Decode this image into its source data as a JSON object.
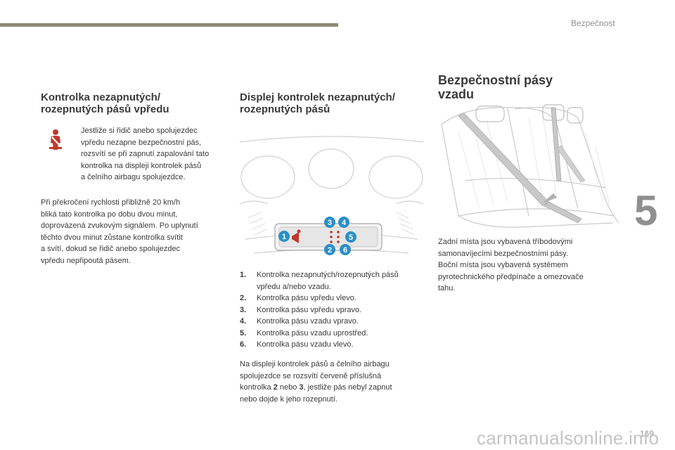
{
  "header": {
    "section": "Bezpečnost",
    "chapter": "5",
    "page_number": "169"
  },
  "col1": {
    "title_lines": [
      "Kontrolka nezapnutých/",
      "rozepnutých pásů vpředu"
    ],
    "icon": "seatbelt-warning-icon",
    "icon_color": "#c0392b",
    "intro_lines": [
      "Jestliže si řidič anebo spolujezdec",
      "vpředu nezapne bezpečnostní pás,",
      "rozsvítí se při zapnutí zapalování tato",
      "kontrolka na displeji kontrolek pásů",
      "a čelního airbagu spolujezdce."
    ],
    "body_lines": [
      "Při překročení rychlosti přibližně 20 km/h",
      "bliká tato kontrolka po dobu dvou minut,",
      "doprovázená zvukovým signálem. Po uplynutí",
      "těchto dvou minut zůstane kontrolka svítit",
      "a svítí, dokud se řidič anebo spolujezdec",
      "vpředu nepřipoutá pásem."
    ]
  },
  "col2": {
    "title_lines": [
      "Displej kontrolek nezapnutých/",
      "rozepnutých pásů"
    ],
    "callouts": [
      "1",
      "2",
      "3",
      "4",
      "5",
      "6"
    ],
    "callout_color": "#2a8fc8",
    "legend": [
      {
        "num": "1.",
        "lines": [
          "Kontrolka nezapnutých/rozepnutých pásů",
          "vpředu a/nebo vzadu."
        ]
      },
      {
        "num": "2.",
        "lines": [
          "Kontrolka pásu vpředu vlevo."
        ]
      },
      {
        "num": "3.",
        "lines": [
          "Kontrolka pásu vpředu vpravo."
        ]
      },
      {
        "num": "4.",
        "lines": [
          "Kontrolka pásu vzadu vpravo."
        ]
      },
      {
        "num": "5.",
        "lines": [
          "Kontrolka pásu vzadu uprostřed."
        ]
      },
      {
        "num": "6.",
        "lines": [
          "Kontrolka pásu vzadu vlevo."
        ]
      }
    ],
    "note": {
      "line1": "Na displeji kontrolek pásů a čelního airbagu",
      "line2": "spolujezdce se rozsvítí červeně příslušná",
      "line3_a": "kontrolka ",
      "line3_b": "2",
      "line3_c": " nebo ",
      "line3_d": "3",
      "line3_e": ", jestliže pás nebyl zapnut",
      "line4": "nebo dojde k jeho rozepnutí."
    }
  },
  "col3": {
    "title_lines": [
      "Bezpečnostní pásy",
      "vzadu"
    ],
    "body_lines": [
      "Zadní místa jsou vybavená tříbodovými",
      "samonavíjecími bezpečnostními pásy.",
      "Boční místa jsou vybavená systémem",
      "pyrotechnického předpínače a omezovače",
      "tahu."
    ]
  },
  "watermark": "carmanualsonline.info"
}
